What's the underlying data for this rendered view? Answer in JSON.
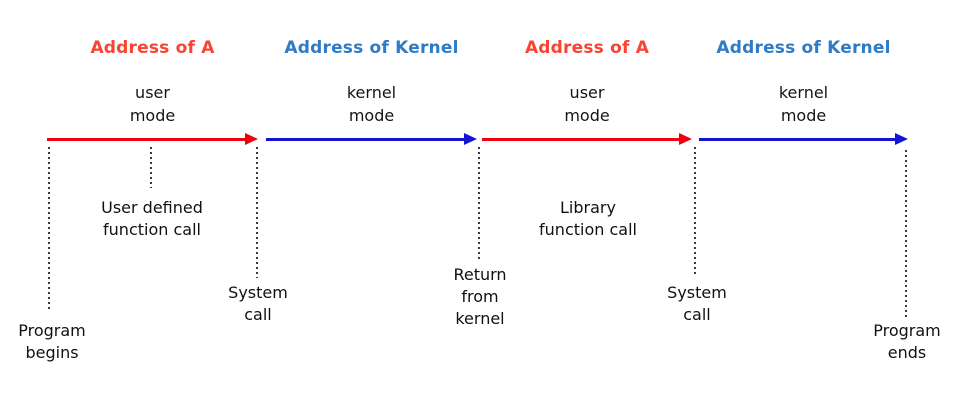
{
  "colors": {
    "user_arrow": "#ee0011",
    "kernel_arrow": "#1414d4",
    "user_title": "#fa4432",
    "kernel_title": "#2e7bc8",
    "text": "#111111",
    "dotted_line": "#3a3a3a"
  },
  "segments": [
    {
      "title": "Address of A",
      "mode_lines": [
        "user",
        "mode"
      ]
    },
    {
      "title": "Address of Kernel",
      "mode_lines": [
        "kernel",
        "mode"
      ]
    },
    {
      "title": "Address of A",
      "mode_lines": [
        "user",
        "mode"
      ]
    },
    {
      "title": "Address of Kernel",
      "mode_lines": [
        "kernel",
        "mode"
      ]
    }
  ],
  "events": [
    {
      "label_lines": [
        "Program",
        "begins"
      ]
    },
    {
      "label_lines": [
        "User defined",
        "function call"
      ]
    },
    {
      "label_lines": [
        "System",
        "call"
      ]
    },
    {
      "label_lines": [
        "Return",
        "from",
        "kernel"
      ]
    },
    {
      "label_lines": [
        "Library",
        "function call"
      ]
    },
    {
      "label_lines": [
        "System",
        "call"
      ]
    },
    {
      "label_lines": [
        "Program",
        "ends"
      ]
    }
  ]
}
